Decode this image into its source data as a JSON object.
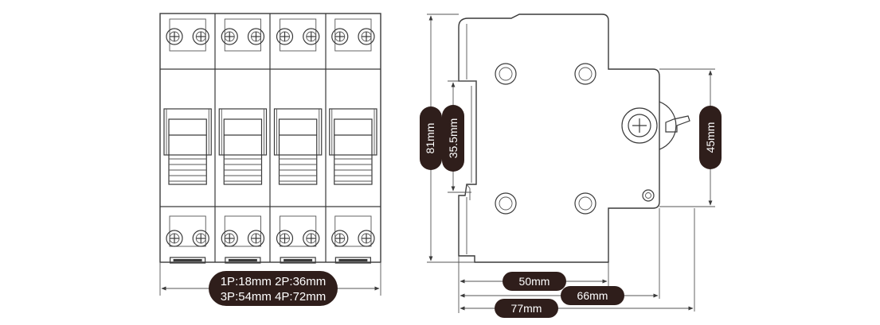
{
  "front_view": {
    "poles": 4,
    "width_label_line1": "1P:18mm 2P:36mm",
    "width_label_line2": "3P:54mm 4P:72mm"
  },
  "side_view": {
    "height_81": "81mm",
    "height_35_5": "35.5mm",
    "height_45": "45mm",
    "depth_50": "50mm",
    "depth_66": "66mm",
    "depth_77": "77mm"
  },
  "colors": {
    "line": "#3a3a3a",
    "label_pill": "#2f1e1b",
    "label_text": "#ffffff"
  }
}
